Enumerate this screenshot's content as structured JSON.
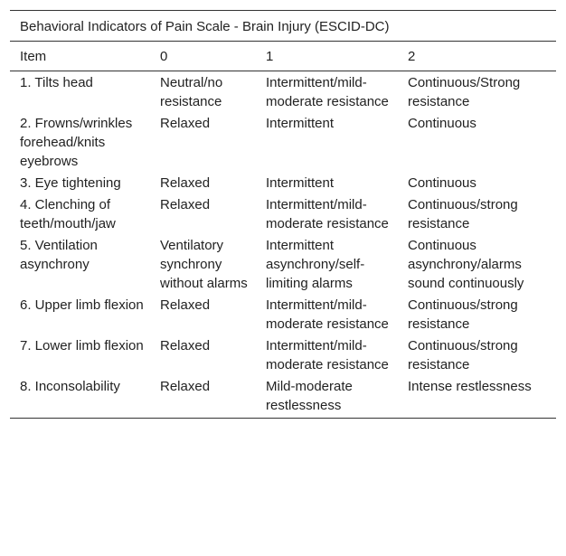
{
  "table": {
    "title": "Behavioral Indicators of Pain Scale - Brain Injury (ESCID-DC)",
    "columns": [
      "Item",
      "0",
      "1",
      "2"
    ],
    "rows": [
      [
        "1. Tilts head",
        "Neutral/no resistance",
        "Intermittent/mild-moderate resistance",
        "Continuous/Strong resistance"
      ],
      [
        "2. Frowns/wrinkles forehead/knits eyebrows",
        "Relaxed",
        "Intermittent",
        "Continuous"
      ],
      [
        "3. Eye tightening",
        "Relaxed",
        "Intermittent",
        "Continuous"
      ],
      [
        "4. Clenching of teeth/mouth/jaw",
        "Relaxed",
        "Intermittent/mild-moderate resistance",
        "Continuous/strong resistance"
      ],
      [
        "5. Ventilation asynchrony",
        "Ventilatory synchrony without alarms",
        "Intermittent asynchrony/self-limiting alarms",
        "Continuous asynchrony/alarms sound continuously"
      ],
      [
        "6. Upper limb flexion",
        "Relaxed",
        "Intermittent/mild-moderate resistance",
        "Continuous/strong resistance"
      ],
      [
        "7. Lower limb flexion",
        "Relaxed",
        "Intermittent/mild-moderate resistance",
        "Continuous/strong resistance"
      ],
      [
        "8. Inconsolability",
        "Relaxed",
        "Mild-moderate restlessness",
        "Intense restlessness"
      ]
    ]
  }
}
